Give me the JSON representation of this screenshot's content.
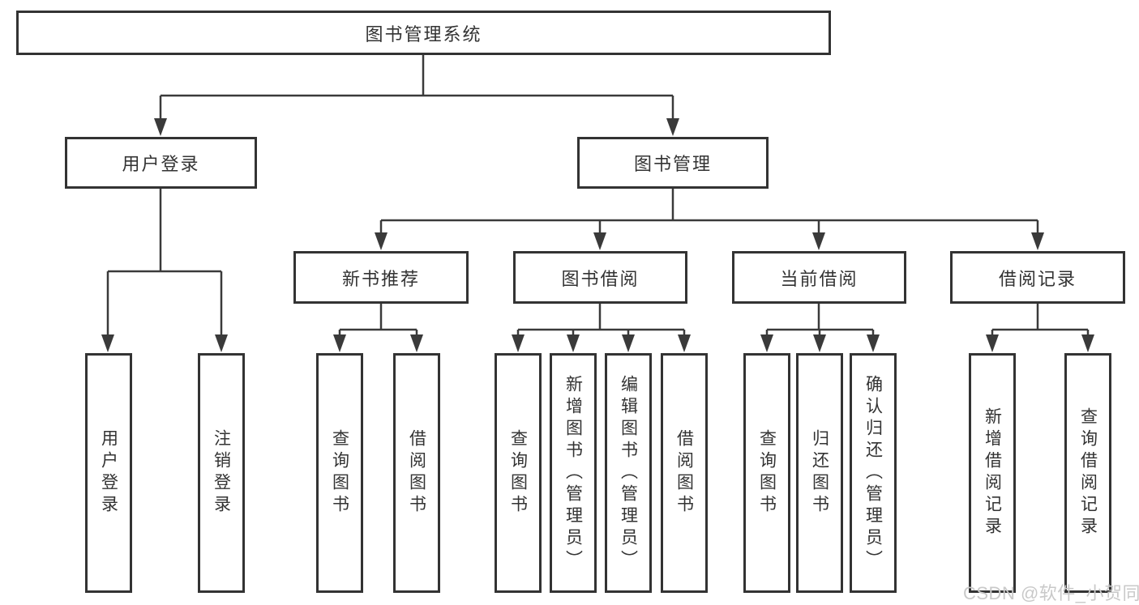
{
  "diagram": {
    "title": "图书管理系统",
    "root": {
      "label": "图书管理系统"
    },
    "branches": [
      {
        "label": "用户登录"
      },
      {
        "label": "图书管理"
      }
    ],
    "modules": [
      {
        "label": "新书推荐"
      },
      {
        "label": "图书借阅"
      },
      {
        "label": "当前借阅"
      },
      {
        "label": "借阅记录"
      }
    ],
    "leaves": [
      {
        "label": "用户登录",
        "parent": "用户登录"
      },
      {
        "label": "注销登录",
        "parent": "用户登录"
      },
      {
        "label": "查询图书",
        "parent": "新书推荐"
      },
      {
        "label": "借阅图书",
        "parent": "新书推荐"
      },
      {
        "label": "查询图书",
        "parent": "图书借阅"
      },
      {
        "label": "新增图书（管理员）",
        "parent": "图书借阅"
      },
      {
        "label": "编辑图书（管理员）",
        "parent": "图书借阅"
      },
      {
        "label": "借阅图书",
        "parent": "图书借阅"
      },
      {
        "label": "查询图书",
        "parent": "当前借阅"
      },
      {
        "label": "归还图书",
        "parent": "当前借阅"
      },
      {
        "label": "确认归还（管理员）",
        "parent": "当前借阅"
      },
      {
        "label": "新增借阅记录",
        "parent": "借阅记录"
      },
      {
        "label": "查询借阅记录",
        "parent": "借阅记录"
      }
    ],
    "colors": {
      "line": "#3a3a3a",
      "box_border": "#333333",
      "text": "#333333",
      "background": "#ffffff",
      "watermark": "#c9c9c9"
    }
  },
  "watermark": {
    "text": "CSDN @软件_小贺同学"
  }
}
